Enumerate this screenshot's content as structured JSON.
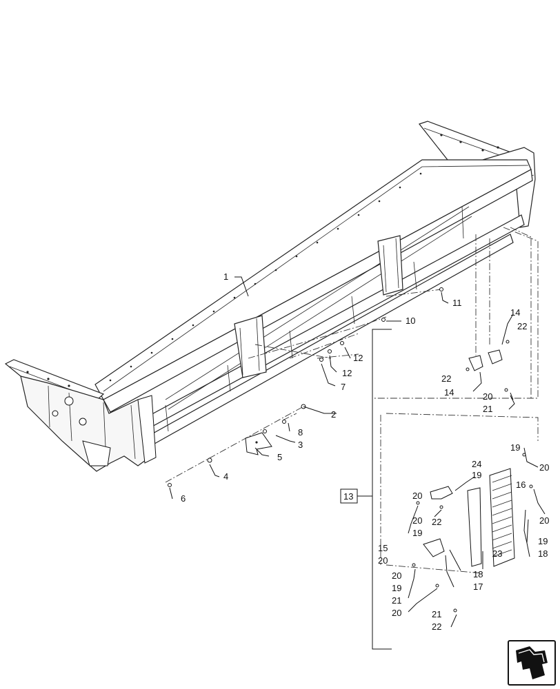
{
  "callouts": {
    "c1": "1",
    "c2": "2",
    "c3": "3",
    "c4": "4",
    "c5": "5",
    "c6": "6",
    "c7": "7",
    "c8": "8",
    "c10": "10",
    "c11": "11",
    "c12a": "12",
    "c12b": "12",
    "c13": "13",
    "c14a": "14",
    "c22a": "22",
    "c22b": "22",
    "c14b": "14",
    "c20a": "20",
    "c21a": "21",
    "c19a": "19",
    "c20b": "20",
    "c24": "24",
    "c19b": "19",
    "c16": "16",
    "c20c": "20",
    "c20d": "20",
    "c22c": "22",
    "c20e": "20",
    "c19c": "19",
    "c19d": "19",
    "c18a": "18",
    "c15": "15",
    "c23": "23",
    "c20f": "20",
    "c18b": "18",
    "c20g": "20",
    "c17": "17",
    "c19e": "19",
    "c21b": "21",
    "c20h": "20",
    "c21c": "21",
    "c22d": "22"
  },
  "icons": {
    "nav": "navigation-arrow-icon"
  }
}
